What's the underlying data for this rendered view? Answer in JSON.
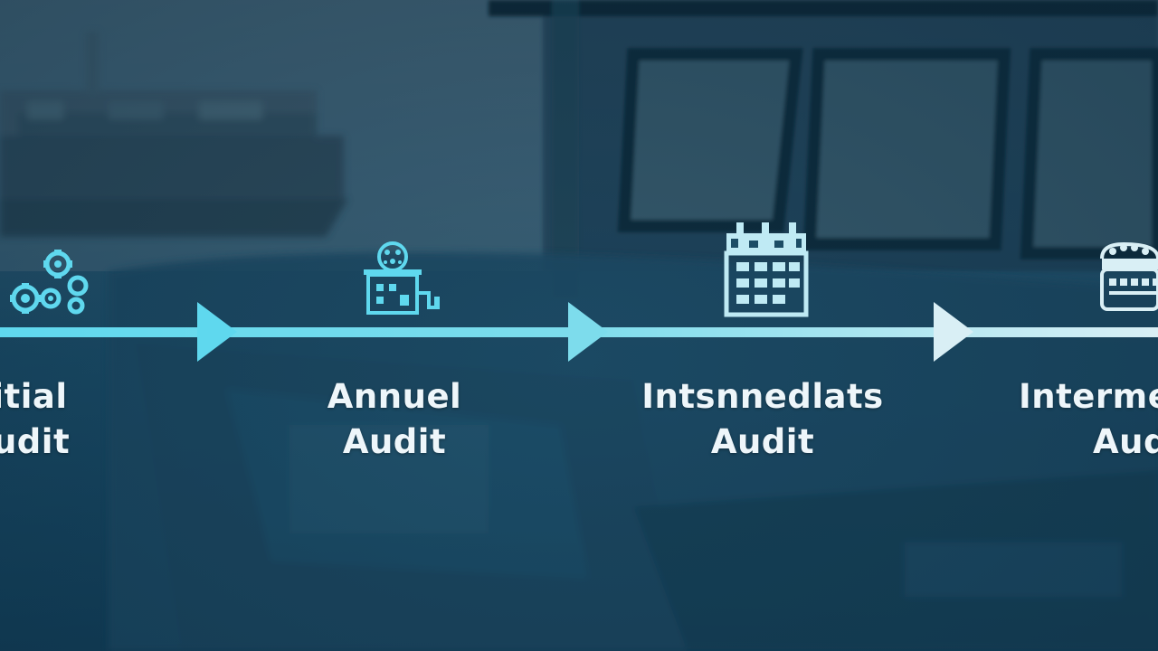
{
  "colors": {
    "accent_cyan": "#5fd8ee",
    "accent_light": "#d9eff5",
    "text": "#eef6fa",
    "background": "#1a4b66"
  },
  "timeline": {
    "stages": [
      {
        "line1": "oitial",
        "line2": "Audit",
        "icon": "gears-icon"
      },
      {
        "line1": "Annuel",
        "line2": "Audit",
        "icon": "inspection-board-icon"
      },
      {
        "line1": "Intsnnedlats",
        "line2": "Audit",
        "icon": "calendar-icon"
      },
      {
        "line1": "Interme",
        "line2": "Aud",
        "icon": "calendar-icon"
      }
    ]
  }
}
